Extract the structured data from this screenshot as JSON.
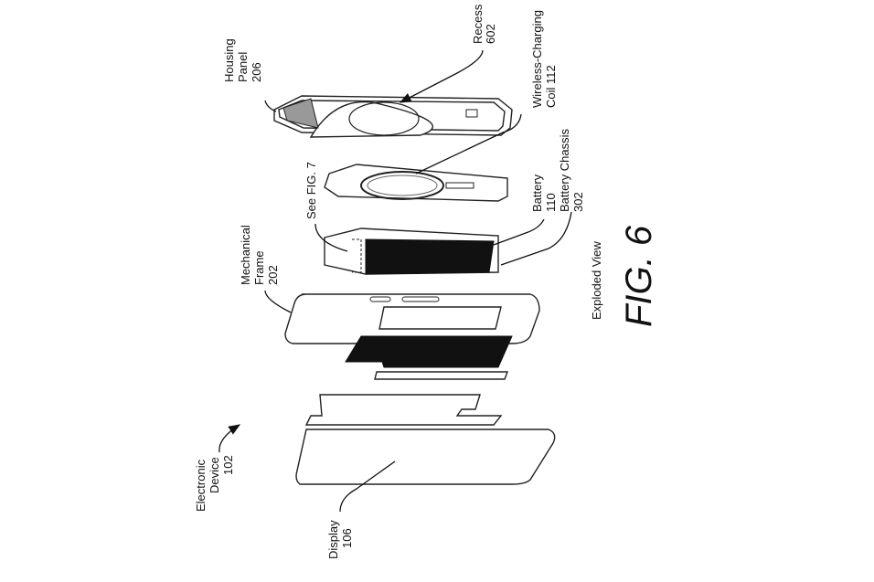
{
  "figure": {
    "title": "FIG. 6",
    "caption": "Exploded View"
  },
  "labels": {
    "housing_panel": {
      "name": "Housing",
      "name2": "Panel",
      "ref": "206"
    },
    "recess": {
      "name": "Recess",
      "ref": "602"
    },
    "wireless_coil": {
      "name": "Wireless-Charging",
      "ref": "Coil 112"
    },
    "battery": {
      "name": "Battery",
      "ref": "110"
    },
    "battery_chassis": {
      "name": "Battery Chassis",
      "ref": "302"
    },
    "see_fig": {
      "name": "See FIG. 7"
    },
    "mechanical_frame": {
      "name": "Mechanical",
      "name2": "Frame",
      "ref": "202"
    },
    "electronic_device": {
      "name": "Electronic",
      "name2": "Device",
      "ref": "102"
    },
    "display": {
      "name": "Display",
      "ref": "106"
    }
  }
}
